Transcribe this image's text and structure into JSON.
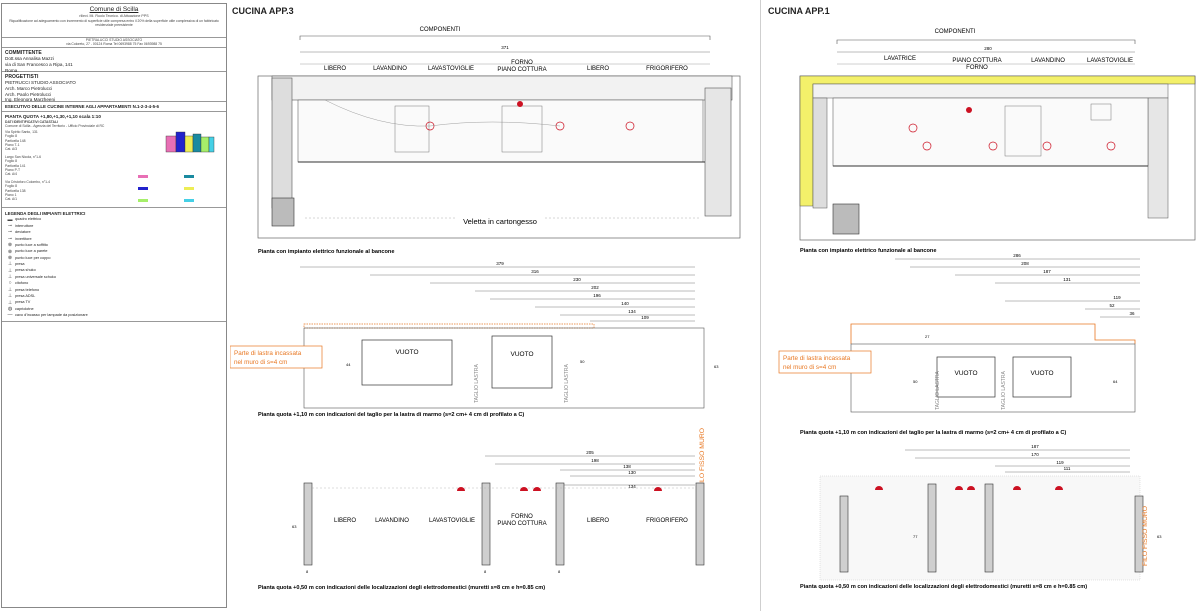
{
  "titleblock": {
    "comune": "Comune di Scilla",
    "comune_sub1": "rilievi. Mi. Ruolo Tecnico. di Attuazione PPS",
    "comune_sub2": "Riqualificazione ad adeguamento con incremento di superficie utile compresa entro il 20% della superficie utile complessiva di un fabbricato residenziale preesistente",
    "studio_line1": "PIETRALUCCI STUDIO ASSOCIATO",
    "studio_line2": "via Coloreto, 27 - 00124 Roma  Tel 0693988 75 Fax 0693988 75",
    "committente_h": "COMMITTENTE",
    "committente_lines": [
      "Dott.ssa Annalisa Mazzi",
      "via di San Francesco a Ripa, 141",
      "Roma"
    ],
    "progettisti_h": "PROGETTISTI",
    "progettisti_lines": [
      "PIETRUCCI STUDIO ASSOCIATO",
      "Arch. Marco Pietrolucci",
      "Arch. Paolo Pietrolucci",
      "Ing. Eleonora Marzheeni"
    ],
    "esecutivo": "ESECUTIVO DELLE CUCINE INTERNE AGLI APPARTAMENTI N.1-2-3-4-5-6",
    "pianta": "PIANTA QUOTA +1,80,+1,30,+1,10 scala 1:10",
    "dati_h": "DATI IDENTIFICATIVI CATASTALI",
    "dati_sub": "Comune di Scilla - Agenzia del Territorio - Ufficio Provinciale di RC",
    "parcels": [
      [
        "Via Spirito Santo, 131",
        "Foglio 8",
        "Particella 148",
        "Piano T-1",
        "Cat. A/3"
      ],
      [
        "Largo San Nicola, n°1-6",
        "Foglio 8",
        "Particella 141",
        "Piano P-T",
        "Cat. A/4"
      ],
      [
        "Via Cristoforo Colombo, n°1-4",
        "Foglio 8",
        "Particella 138",
        "Piano 1",
        "Cat. A/1"
      ]
    ],
    "legenda_h": "LEGENDA DEGLI IMPIANTI ELETTRICI",
    "legend": [
      {
        "icon": "▬",
        "label": "quadro elettrico"
      },
      {
        "icon": "⊸",
        "label": "interruttore"
      },
      {
        "icon": "⊸",
        "label": "deviatore"
      },
      {
        "icon": "⊸",
        "label": "invertitore"
      },
      {
        "icon": "⊗",
        "label": "punto luce a soffitto"
      },
      {
        "icon": "⊗",
        "label": "punto luce a parete"
      },
      {
        "icon": "⊗",
        "label": "punto luce per coppo"
      },
      {
        "icon": "⊥",
        "label": "presa"
      },
      {
        "icon": "⊥",
        "label": "presa shuko"
      },
      {
        "icon": "⊥",
        "label": "presa universale schuko"
      },
      {
        "icon": "○",
        "label": "citofono"
      },
      {
        "icon": "⊥",
        "label": "presa telefono"
      },
      {
        "icon": "⊥",
        "label": "presa ADSL"
      },
      {
        "icon": "⊥",
        "label": "presa TV"
      },
      {
        "icon": "◍",
        "label": "capriolotne"
      },
      {
        "icon": "—",
        "label": "cavo d'incasso per lampade da posizionare"
      }
    ],
    "swatch_colors": [
      "#e86fb5",
      "#1a8aa0",
      "#2222cc",
      "#eded55",
      "#a6ef6a",
      "#45d0e6"
    ]
  },
  "left": {
    "title": "CUCINA APP.3",
    "componenti": "COMPONENTI",
    "total": "371",
    "labels": [
      "LIBERO",
      "LAVANDINO",
      "LAVASTOVIGLIE",
      "FORNO",
      "PIANO COTTURA",
      "LIBERO",
      "FRIGORIFERO"
    ],
    "veletta": "Veletta in cartongesso",
    "cap1": "Pianta con impianto elettrico funzionale al bancone",
    "dims2": [
      "379",
      "316",
      "230",
      "202",
      "196",
      "140",
      "134",
      "109"
    ],
    "vuoto": "VUOTO",
    "taglio": "TAGLIO LASTRA",
    "parte1": "Parte di lastra incassata",
    "parte2": "nel muro di s=4 cm",
    "cap2": "Pianta quota +1,10 m con indicazioni del taglio per la lastra di marmo  (s=2 cm+ 4 cm di profilato a C)",
    "filo": "FILO FISSO MURO",
    "dims3": [
      "205",
      "198",
      "138",
      "130",
      "134"
    ],
    "cap3": "Pianta quota +0,50 m con indicazioni delle localizzazioni degli elettrodomestici  (muretti s=8 cm e h=0.85 cm)",
    "small_dims": [
      "44",
      "50",
      "63",
      "63",
      "8",
      "8",
      "8"
    ]
  },
  "right": {
    "title": "CUCINA APP.1",
    "componenti": "COMPONENTI",
    "total": "280",
    "labels": [
      "LAVATRICE",
      "PIANO COTTURA",
      "FORNO",
      "LAVANDINO",
      "LAVASTOVIGLIE"
    ],
    "cap1": "Pianta con impianto elettrico funzionale al bancone",
    "dims2": [
      "286",
      "208",
      "187",
      "131",
      "119",
      "52",
      "36"
    ],
    "vuoto": "VUOTO",
    "taglio": "TAGLIO LASTRA",
    "parte1": "Parte di lastra incassata",
    "parte2": "nel muro di s=4 cm",
    "cap2": "Pianta quota +1,10 m con indicazioni del taglio per la lastra di marmo  (s=2 cm+ 4 cm di profilato a C)",
    "filo": "FILO FISSO MURO",
    "dims3": [
      "187",
      "170",
      "119",
      "111"
    ],
    "cap3": "Pianta quota +0,50 m con indicazioni delle localizzazioni degli elettrodomestici  (muretti s=8 cm e h=0.85 cm)",
    "small_dims": [
      "27",
      "50",
      "64",
      "77",
      "63"
    ]
  },
  "colors": {
    "accent_orange": "#e87722",
    "marker_red": "#cc1122",
    "wall_yellow": "#f3f06a",
    "line": "#555555"
  }
}
